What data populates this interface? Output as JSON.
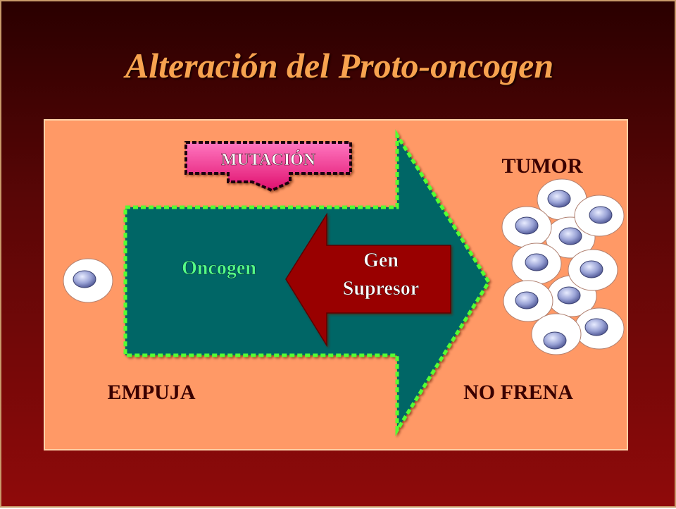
{
  "title": "Alteración del Proto-oncogen",
  "labels": {
    "mutation": "MUTACIÓN",
    "tumor": "TUMOR",
    "oncogene": "Oncogen",
    "suppressor_line1": "Gen",
    "suppressor_line2": "Supresor",
    "pushes": "EMPUJA",
    "no_brake": "NO FRENA"
  },
  "colors": {
    "background_top": "#2a0000",
    "background_bottom": "#8f0a0a",
    "title": "#f7a34f",
    "panel": "#ff9966",
    "big_arrow": "#006666",
    "big_arrow_border": "#55ff33",
    "suppressor_arrow": "#990000",
    "mutation_box": "#ff3399",
    "oncogene_text": "#55ff88",
    "dark_text": "#3a0000",
    "cell": "#ffffff",
    "nucleus": "#8a94c8"
  }
}
